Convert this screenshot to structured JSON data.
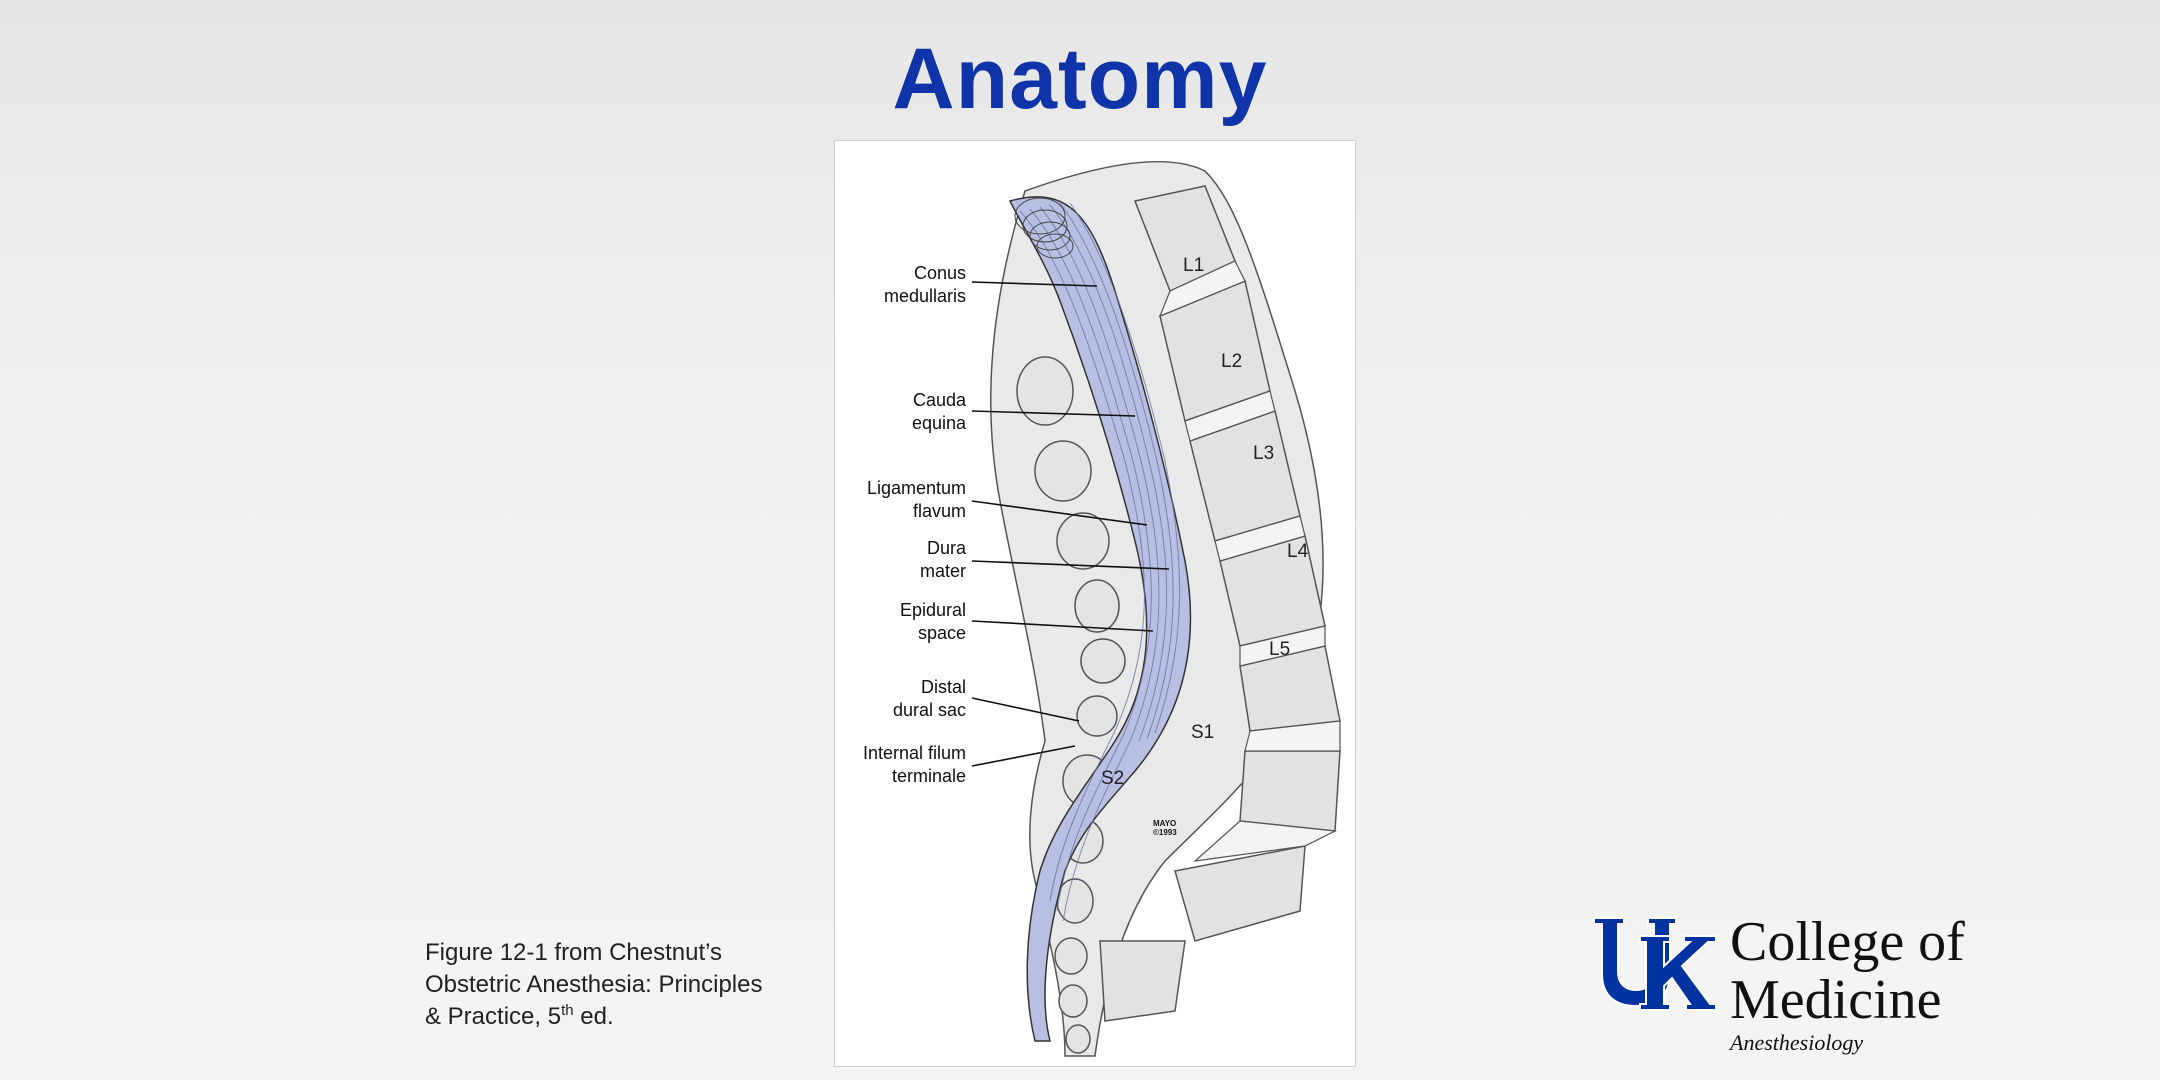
{
  "slide": {
    "title": "Anatomy",
    "caption": {
      "line1": "Figure 12-1 from Chestnut’s",
      "line2": "Obstetric Anesthesia: Principles",
      "line3_prefix": "& Practice, 5",
      "line3_sup": "th",
      "line3_suffix": " ed."
    }
  },
  "figure": {
    "labels": [
      {
        "line1": "Conus",
        "line2": "medullaris"
      },
      {
        "line1": "Cauda",
        "line2": "equina"
      },
      {
        "line1": "Ligamentum",
        "line2": "flavum"
      },
      {
        "line1": "Dura",
        "line2": "mater"
      },
      {
        "line1": "Epidural",
        "line2": "space"
      },
      {
        "line1": "Distal",
        "line2": "dural sac"
      },
      {
        "line1": "Internal filum",
        "line2": "terminale"
      }
    ],
    "vertebrae": [
      "L1",
      "L2",
      "L3",
      "L4",
      "L5",
      "S1",
      "S2"
    ],
    "signature": {
      "line1": "MAYO",
      "line2": "©1993"
    }
  },
  "logo": {
    "line1": "College of",
    "line2": "Medicine",
    "department": "Anesthesiology",
    "brand_color": "#0033a0"
  },
  "colors": {
    "title": "#0f33a8",
    "cord_fill": "#b9bfe2"
  }
}
